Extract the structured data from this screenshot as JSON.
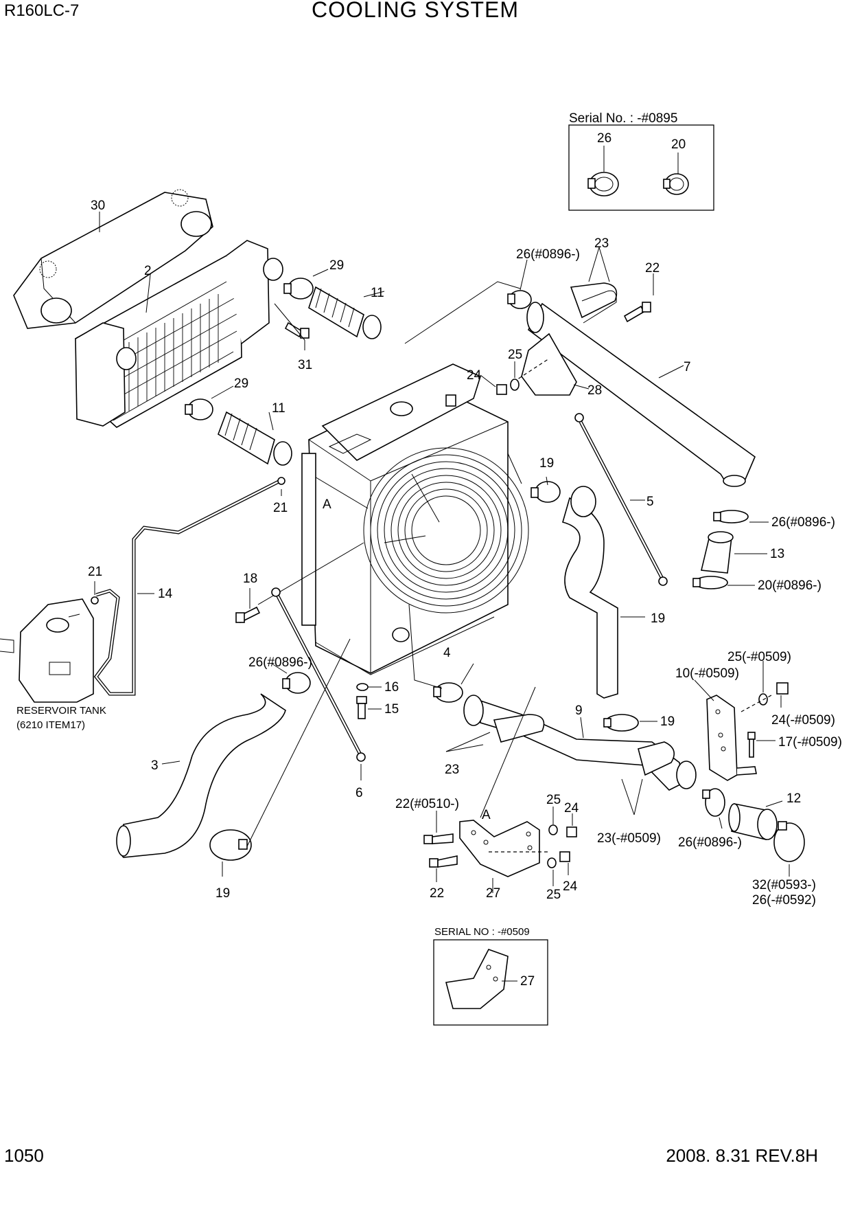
{
  "header": {
    "model": "R160LC-7",
    "title": "COOLING SYSTEM"
  },
  "footer": {
    "page_number": "1050",
    "revision": "2008. 8.31  REV.8H"
  },
  "insets": {
    "top_serial": "Serial No. : -#0895",
    "bottom_serial": "SERIAL NO : -#0509"
  },
  "reservoir": {
    "line1": "RESERVOIR TANK",
    "line2": "(6210 ITEM17)"
  },
  "callouts": [
    "26",
    "20",
    "30",
    "2",
    "29",
    "11",
    "31",
    "26(#0896-)",
    "23",
    "22",
    "7",
    "25",
    "24",
    "28",
    "29",
    "11",
    "19",
    "5",
    "21",
    "A",
    "26(#0896-)",
    "13",
    "20(#0896-)",
    "21",
    "14",
    "18",
    "4",
    "19",
    "26(#0896-)",
    "16",
    "15",
    "25(-#0509)",
    "10(-#0509)",
    "24(-#0509)",
    "9",
    "19",
    "17(-#0509)",
    "3",
    "23",
    "6",
    "12",
    "22(#0510-)",
    "A",
    "25",
    "24",
    "23(-#0509)",
    "26(#0896-)",
    "19",
    "22",
    "27",
    "25",
    "24",
    "32(#0593-)",
    "26(-#0592)",
    "27"
  ]
}
